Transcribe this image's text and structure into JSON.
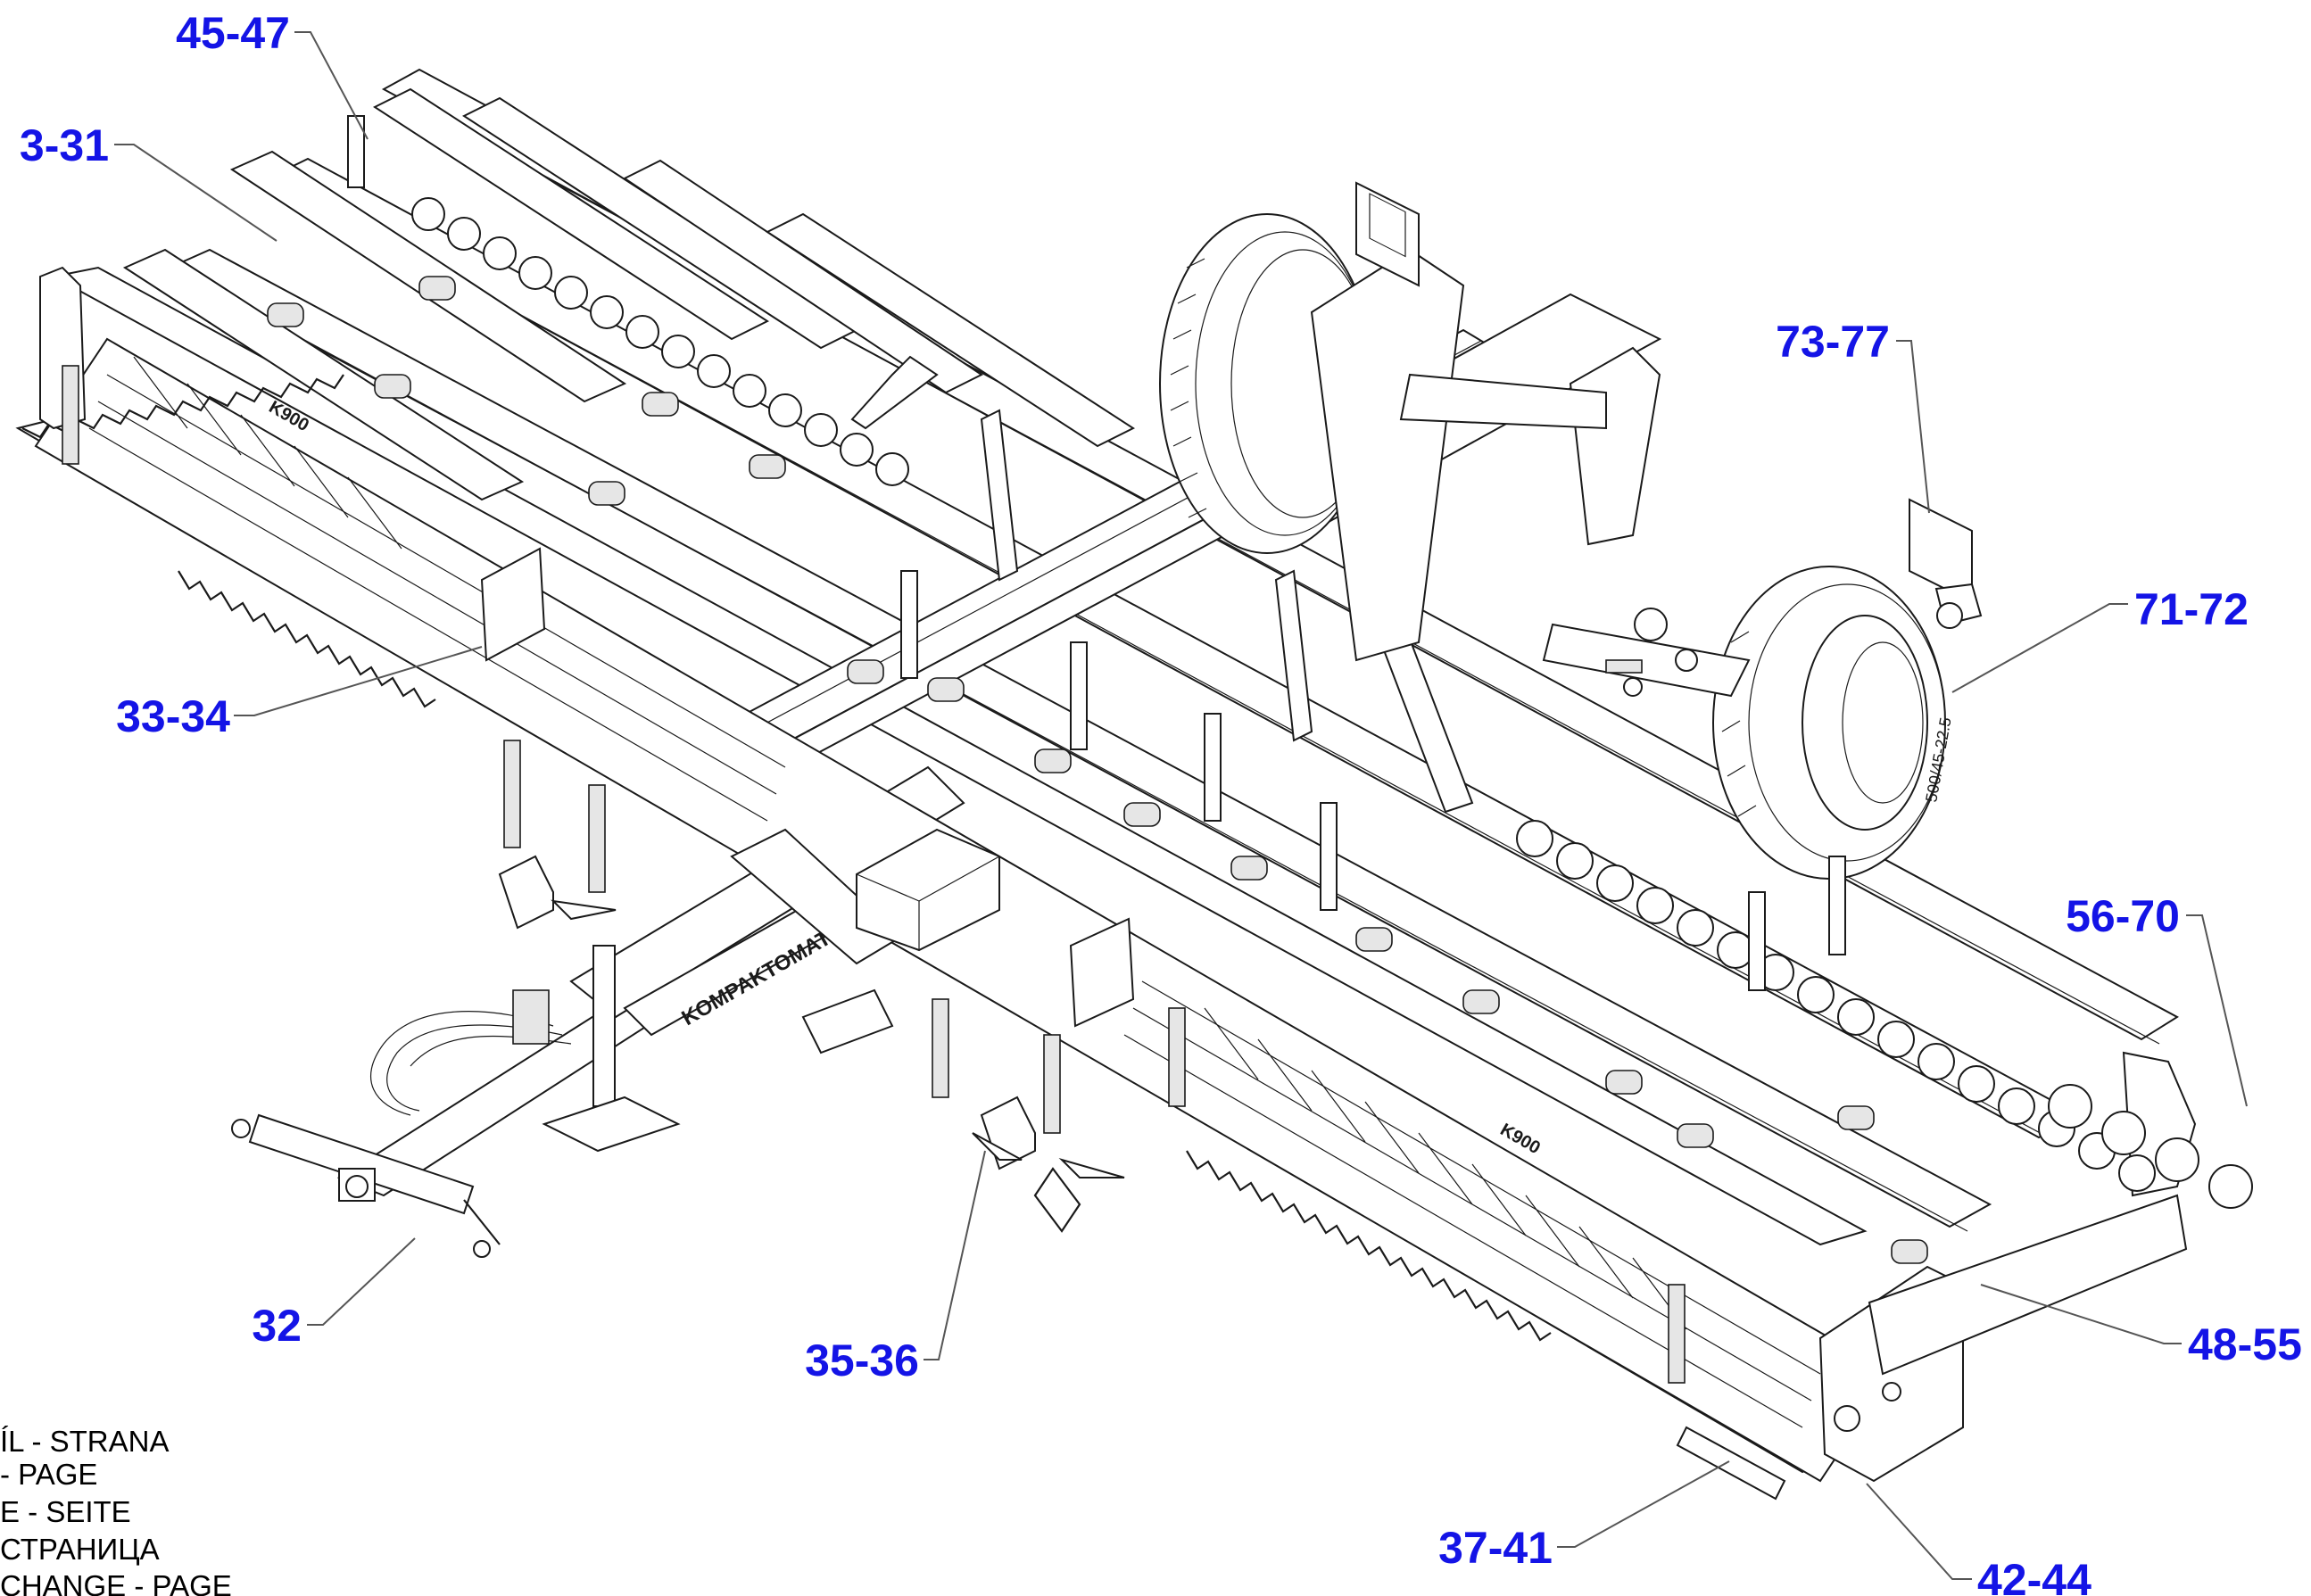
{
  "callouts": [
    {
      "id": "c1",
      "text": "45-47"
    },
    {
      "id": "c2",
      "text": "3-31"
    },
    {
      "id": "c3",
      "text": "73-77"
    },
    {
      "id": "c4",
      "text": "71-72"
    },
    {
      "id": "c5",
      "text": "33-34"
    },
    {
      "id": "c6",
      "text": "56-70"
    },
    {
      "id": "c7",
      "text": "32"
    },
    {
      "id": "c8",
      "text": "35-36"
    },
    {
      "id": "c9",
      "text": "48-55"
    },
    {
      "id": "c10",
      "text": "37-41"
    },
    {
      "id": "c11",
      "text": "42-44"
    }
  ],
  "legend": [
    "ÍL - STRANA",
    "- PAGE",
    "E - SEITE",
    "СТРАНИЦА",
    "CHANGE - PAGE"
  ],
  "machine_labels": {
    "brand": "KOMPAKTOMAT",
    "model": "K900"
  },
  "colors": {
    "callout": "#1414e6",
    "line": "#1a1a1a",
    "leader": "#555555"
  }
}
